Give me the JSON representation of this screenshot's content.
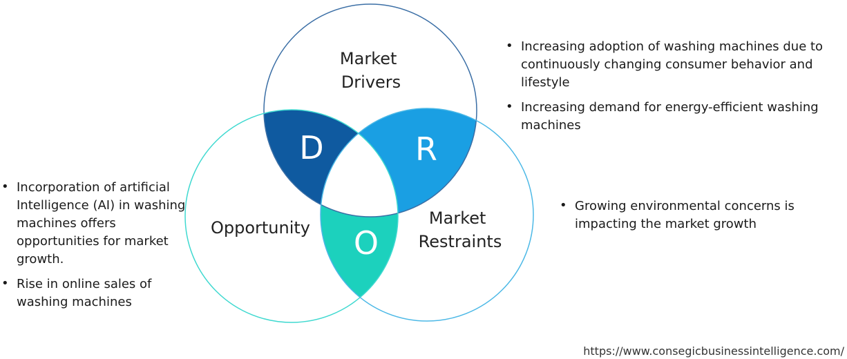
{
  "diagram": {
    "circles": {
      "drivers": {
        "label_lines": [
          "Market",
          "Drivers"
        ],
        "stroke": "#3a6ea5"
      },
      "opportunity": {
        "label_lines": [
          "Opportunity"
        ],
        "stroke": "#3fd9d0"
      },
      "restraints": {
        "label_lines": [
          "Market",
          "Restraints"
        ],
        "stroke": "#4bb8e6"
      }
    },
    "intersections": {
      "d": {
        "letter": "D",
        "color": "#0f5aa0"
      },
      "r": {
        "letter": "R",
        "color": "#1a9fe3"
      },
      "o": {
        "letter": "O",
        "color": "#1cd1bd"
      }
    }
  },
  "drivers_bullets": [
    "Increasing adoption of washing machines due to continuously changing consumer behavior and lifestyle",
    "Increasing demand for energy-efficient washing machines"
  ],
  "opportunity_bullets": [
    "Incorporation of artificial Intelligence (AI) in washing machines offers opportunities for market growth.",
    "Rise in online sales of washing machines"
  ],
  "restraints_bullets": [
    "Growing environmental concerns is impacting the market growth"
  ],
  "source_url": "https://www.consegicbusinessintelligence.com/"
}
